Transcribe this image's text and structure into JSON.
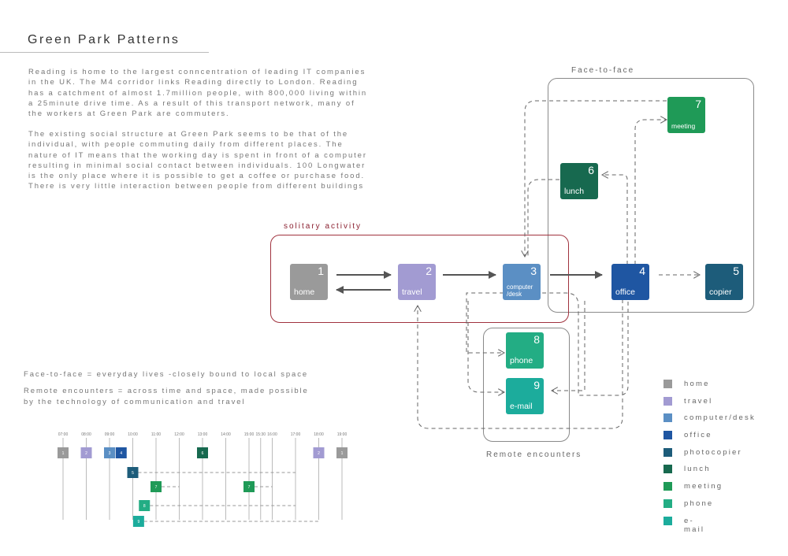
{
  "title": "Green Park Patterns",
  "paragraphs": [
    [
      "Reading is home to the largest conncentration of leading IT companies",
      "in the UK. The M4 corridor links Reading directly to London. Reading",
      "has a catchment of almost 1.7million people, with 800,000 living within",
      "a 25minute drive time. As a result of this transport network, many of",
      "the workers at Green Park are commuters."
    ],
    [
      "The existing social structure at Green Park seems to be that of the",
      "individual, with people commuting daily from different places. The",
      "nature of IT means that the working day is spent in front of a computer",
      "resulting in minimal social contact between individuals. 100 Longwater",
      "is the only place where it is possible to get a coffee or purchase food.",
      "There is very little interaction between people from different buildings"
    ]
  ],
  "regions": {
    "solitary": "solitary activity",
    "face": "Face-to-face",
    "remote": "Remote encounters"
  },
  "nodes": [
    {
      "num": "1",
      "label": "home",
      "color": "#9a9a9a"
    },
    {
      "num": "2",
      "label": "travel",
      "color": "#a29bd2"
    },
    {
      "num": "3",
      "label": "computer\n/desk",
      "color": "#5b8fc4"
    },
    {
      "num": "4",
      "label": "office",
      "color": "#1f56a2"
    },
    {
      "num": "5",
      "label": "copier",
      "color": "#1d5c7a"
    },
    {
      "num": "6",
      "label": "lunch",
      "color": "#17694f"
    },
    {
      "num": "7",
      "label": "meeting",
      "color": "#1f9a57"
    },
    {
      "num": "8",
      "label": "phone",
      "color": "#23ad84"
    },
    {
      "num": "9",
      "label": "e-mail",
      "color": "#1cac9c"
    }
  ],
  "definitions": {
    "face": "Face-to-face = everyday lives   -closely bound to local space",
    "remote1": "Remote encounters = across time and space, made possible",
    "remote2": "by the technology    of communication and travel"
  },
  "legend": [
    {
      "label": "home",
      "color": "#9a9a9a"
    },
    {
      "label": "travel",
      "color": "#a29bd2"
    },
    {
      "label": "computer/desk",
      "color": "#5b8fc4"
    },
    {
      "label": "office",
      "color": "#1f56a2"
    },
    {
      "label": "photocopier",
      "color": "#1d5c7a"
    },
    {
      "label": "lunch",
      "color": "#17694f"
    },
    {
      "label": "meeting",
      "color": "#1f9a57"
    },
    {
      "label": "phone",
      "color": "#23ad84"
    },
    {
      "label": "e-mail",
      "color": "#1cac9c"
    }
  ],
  "timeline": {
    "times": [
      "07:00",
      "08:00",
      "09:00",
      "10:00",
      "11:00",
      "12:00",
      "13:00",
      "14:00",
      "15:00",
      "15:30",
      "16:00",
      "17:00",
      "18:00",
      "19:00"
    ],
    "blocks": [
      {
        "label": "1",
        "time": "07:00",
        "row": 0,
        "type": 1
      },
      {
        "label": "2",
        "time": "08:00",
        "row": 0,
        "type": 2
      },
      {
        "label": "3",
        "time": "09:00",
        "row": 0,
        "type": 3
      },
      {
        "label": "4",
        "time": "09:30",
        "row": 0,
        "type": 4
      },
      {
        "label": "6",
        "time": "13:00",
        "row": 0,
        "type": 6
      },
      {
        "label": "2",
        "time": "18:00",
        "row": 0,
        "type": 2
      },
      {
        "label": "1",
        "time": "19:00",
        "row": 0,
        "type": 1
      },
      {
        "label": "5",
        "time": "10:00",
        "row": 1,
        "type": 5
      },
      {
        "label": "7",
        "time": "11:00",
        "row": 2,
        "type": 7
      },
      {
        "label": "7",
        "time": "15:00",
        "row": 2,
        "type": 7
      },
      {
        "label": "8",
        "time": "10:30",
        "row": 3,
        "type": 8
      },
      {
        "label": "9",
        "time": "10:15",
        "row": 4,
        "type": 9
      }
    ]
  },
  "colors": {
    "solitary_border": "#a0323e",
    "solitary_label": "#8a2030",
    "region_border": "#8a8a8a",
    "arrow": "#555555",
    "dashed": "#666666"
  }
}
